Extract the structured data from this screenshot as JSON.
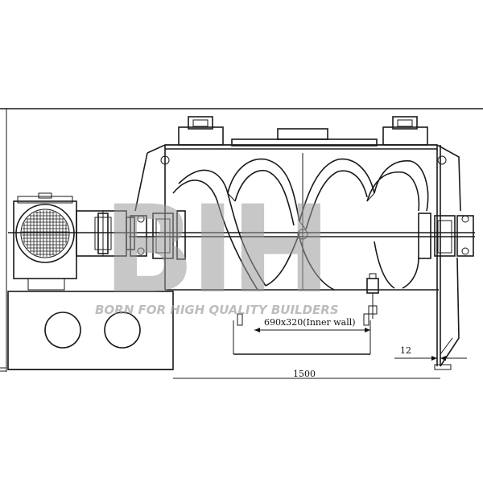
{
  "watermark": {
    "letters": "BIH",
    "slogan": "BORN FOR HIGH QUALITY BUILDERS"
  },
  "dimensions": {
    "inner_wall": "690x320(Inner wall)",
    "wall_thickness": "12",
    "overall_length": "1500"
  }
}
